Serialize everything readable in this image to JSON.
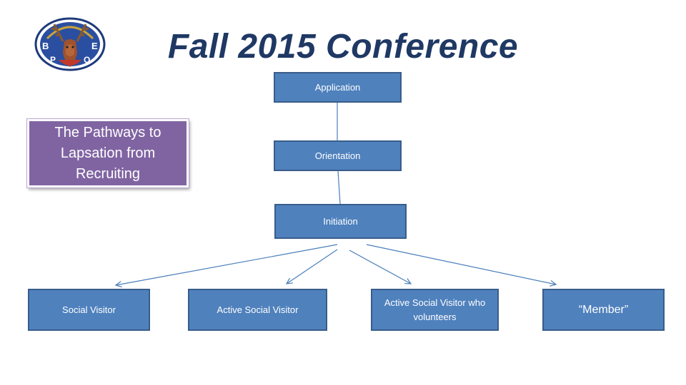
{
  "slide": {
    "title": "Fall 2015 Conference",
    "callout": "The Pathways to Lapsation from Recruiting"
  },
  "logo": {
    "icon": "elks-emblem-icon",
    "letters": [
      "B",
      "P",
      "O",
      "E"
    ]
  },
  "diagram": {
    "nodes": {
      "application": "Application",
      "orientation": "Orientation",
      "initiation": "Initiation",
      "social_visitor": "Social Visitor",
      "active_social_visitor": "Active Social Visitor",
      "active_social_visitor_volunteers": "Active Social Visitor who volunteers",
      "member": "“Member”"
    }
  },
  "colors": {
    "title": "#1f3864",
    "node_fill": "#4f81bd",
    "node_border": "#385d8a",
    "callout_fill": "#8064a2",
    "connector": "#4a7ebb"
  }
}
